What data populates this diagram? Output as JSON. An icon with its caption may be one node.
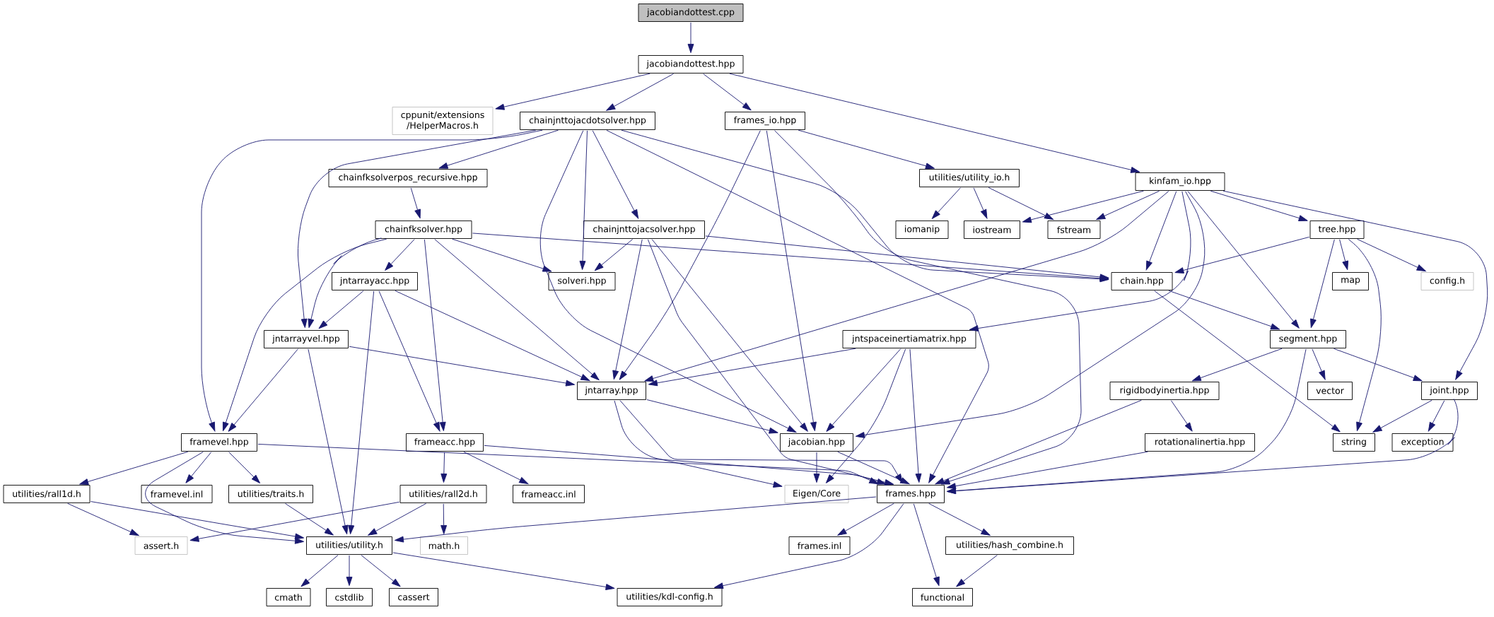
{
  "diagram": {
    "nodes": [
      {
        "text": [
          "jacobiandottest.cpp"
        ]
      },
      {
        "text": [
          "jacobiandottest.hpp"
        ]
      },
      {
        "text": [
          "cppunit/extensions /HelperMacros.h"
        ]
      },
      {
        "text": [
          "chainjnttojacdotsolver.hpp"
        ]
      },
      {
        "text": [
          "frames_io.hpp"
        ]
      },
      {
        "text": [
          "kinfam_io.hpp"
        ]
      },
      {
        "text": [
          "chainfksolverpos_recursive.hpp"
        ]
      },
      {
        "text": [
          "utilities/utility_io.h"
        ]
      },
      {
        "text": [
          "chainfksolver.hpp"
        ]
      },
      {
        "text": [
          "chainjnttojacsolver.hpp"
        ]
      },
      {
        "text": [
          "iomanip"
        ]
      },
      {
        "text": [
          "iostream"
        ]
      },
      {
        "text": [
          "fstream"
        ]
      },
      {
        "text": [
          "tree.hpp"
        ]
      },
      {
        "text": [
          "jntarrayacc.hpp"
        ]
      },
      {
        "text": [
          "solveri.hpp"
        ]
      },
      {
        "text": [
          "chain.hpp"
        ]
      },
      {
        "text": [
          "map"
        ]
      },
      {
        "text": [
          "config.h"
        ]
      },
      {
        "text": [
          "jntarrayvel.hpp"
        ]
      },
      {
        "text": [
          "jntspaceinertiamatrix.hpp"
        ]
      },
      {
        "text": [
          "segment.hpp"
        ]
      },
      {
        "text": [
          "rigidbodyinertia.hpp"
        ]
      },
      {
        "text": [
          "vector"
        ]
      },
      {
        "text": [
          "joint.hpp"
        ]
      },
      {
        "text": [
          "jntarray.hpp"
        ]
      },
      {
        "text": [
          "framevel.hpp"
        ]
      },
      {
        "text": [
          "frameacc.hpp"
        ]
      },
      {
        "text": [
          "jacobian.hpp"
        ]
      },
      {
        "text": [
          "rotationalinertia.hpp"
        ]
      },
      {
        "text": [
          "string"
        ]
      },
      {
        "text": [
          "exception"
        ]
      },
      {
        "text": [
          "utilities/rall1d.h"
        ]
      },
      {
        "text": [
          "framevel.inl"
        ]
      },
      {
        "text": [
          "utilities/traits.h"
        ]
      },
      {
        "text": [
          "utilities/rall2d.h"
        ]
      },
      {
        "text": [
          "frameacc.inl"
        ]
      },
      {
        "text": [
          "Eigen/Core"
        ]
      },
      {
        "text": [
          "frames.hpp"
        ]
      },
      {
        "text": [
          "assert.h"
        ]
      },
      {
        "text": [
          "utilities/utility.h"
        ]
      },
      {
        "text": [
          "math.h"
        ]
      },
      {
        "text": [
          "frames.inl"
        ]
      },
      {
        "text": [
          "utilities/hash_combine.h"
        ]
      },
      {
        "text": [
          "cmath"
        ]
      },
      {
        "text": [
          "cstdlib"
        ]
      },
      {
        "text": [
          "cassert"
        ]
      },
      {
        "text": [
          "utilities/kdl-config.h"
        ]
      },
      {
        "text": [
          "functional"
        ]
      }
    ],
    "edges": [
      {
        "from": 0,
        "to": 1,
        "arrow": "to"
      },
      {
        "from": 1,
        "to": 2,
        "arrow": "to"
      },
      {
        "from": 1,
        "to": 3,
        "arrow": "to"
      },
      {
        "from": 1,
        "to": 4,
        "arrow": "to"
      },
      {
        "from": 1,
        "to": 5,
        "arrow": "to"
      },
      {
        "from": 3,
        "to": 26,
        "arrow": "to"
      },
      {
        "from": 3,
        "to": 19,
        "arrow": "to"
      },
      {
        "from": 3,
        "to": 6,
        "arrow": "to"
      },
      {
        "from": 3,
        "to": 28,
        "arrow": "to"
      },
      {
        "from": 3,
        "to": 15,
        "arrow": "to"
      },
      {
        "from": 3,
        "to": 9,
        "arrow": "to"
      },
      {
        "from": 3,
        "to": 38,
        "arrow": "to"
      },
      {
        "from": 3,
        "to": 16,
        "arrow": "to"
      },
      {
        "from": 4,
        "to": 25,
        "arrow": "to"
      },
      {
        "from": 4,
        "to": 28,
        "arrow": "to"
      },
      {
        "from": 4,
        "to": 38,
        "arrow": "to"
      },
      {
        "from": 4,
        "to": 7,
        "arrow": "to"
      },
      {
        "from": 5,
        "to": 11,
        "arrow": "to"
      },
      {
        "from": 5,
        "to": 12,
        "arrow": "to"
      },
      {
        "from": 5,
        "to": 25,
        "arrow": "to"
      },
      {
        "from": 5,
        "to": 16,
        "arrow": "to"
      },
      {
        "from": 5,
        "to": 20,
        "arrow": "to"
      },
      {
        "from": 5,
        "to": 28,
        "arrow": "to"
      },
      {
        "from": 5,
        "to": 21,
        "arrow": "to"
      },
      {
        "from": 5,
        "to": 13,
        "arrow": "to"
      },
      {
        "from": 5,
        "to": 24,
        "arrow": "to"
      },
      {
        "from": 6,
        "to": 8,
        "arrow": "to"
      },
      {
        "from": 7,
        "to": 10,
        "arrow": "to"
      },
      {
        "from": 7,
        "to": 11,
        "arrow": "to"
      },
      {
        "from": 7,
        "to": 12,
        "arrow": "to"
      },
      {
        "from": 8,
        "to": 26,
        "arrow": "to"
      },
      {
        "from": 8,
        "to": 19,
        "arrow": "to"
      },
      {
        "from": 8,
        "to": 14,
        "arrow": "to"
      },
      {
        "from": 8,
        "to": 27,
        "arrow": "to"
      },
      {
        "from": 8,
        "to": 25,
        "arrow": "to"
      },
      {
        "from": 8,
        "to": 15,
        "arrow": "to"
      },
      {
        "from": 8,
        "to": 16,
        "arrow": "to"
      },
      {
        "from": 9,
        "to": 15,
        "arrow": "to"
      },
      {
        "from": 9,
        "to": 25,
        "arrow": "to"
      },
      {
        "from": 9,
        "to": 38,
        "arrow": "to"
      },
      {
        "from": 9,
        "to": 28,
        "arrow": "to"
      },
      {
        "from": 9,
        "to": 16,
        "arrow": "to"
      },
      {
        "from": 13,
        "to": 16,
        "arrow": "to"
      },
      {
        "from": 13,
        "to": 21,
        "arrow": "to"
      },
      {
        "from": 13,
        "to": 17,
        "arrow": "to"
      },
      {
        "from": 13,
        "to": 30,
        "arrow": "to"
      },
      {
        "from": 13,
        "to": 18,
        "arrow": "to"
      },
      {
        "from": 14,
        "to": 19,
        "arrow": "to"
      },
      {
        "from": 14,
        "to": 40,
        "arrow": "to"
      },
      {
        "from": 14,
        "to": 27,
        "arrow": "to"
      },
      {
        "from": 14,
        "to": 25,
        "arrow": "to"
      },
      {
        "from": 16,
        "to": 21,
        "arrow": "to"
      },
      {
        "from": 16,
        "to": 30,
        "arrow": "to"
      },
      {
        "from": 19,
        "to": 26,
        "arrow": "to"
      },
      {
        "from": 19,
        "to": 40,
        "arrow": "to"
      },
      {
        "from": 19,
        "to": 25,
        "arrow": "to"
      },
      {
        "from": 20,
        "to": 25,
        "arrow": "to"
      },
      {
        "from": 20,
        "to": 28,
        "arrow": "to"
      },
      {
        "from": 20,
        "to": 37,
        "arrow": "to"
      },
      {
        "from": 20,
        "to": 38,
        "arrow": "to"
      },
      {
        "from": 21,
        "to": 22,
        "arrow": "to"
      },
      {
        "from": 21,
        "to": 23,
        "arrow": "to"
      },
      {
        "from": 21,
        "to": 24,
        "arrow": "to"
      },
      {
        "from": 21,
        "to": 38,
        "arrow": "to"
      },
      {
        "from": 22,
        "to": 29,
        "arrow": "to"
      },
      {
        "from": 22,
        "to": 38,
        "arrow": "to"
      },
      {
        "from": 24,
        "to": 30,
        "arrow": "to"
      },
      {
        "from": 24,
        "to": 31,
        "arrow": "to"
      },
      {
        "from": 24,
        "to": 38,
        "arrow": "to"
      },
      {
        "from": 25,
        "to": 28,
        "arrow": "to"
      },
      {
        "from": 25,
        "to": 37,
        "arrow": "to"
      },
      {
        "from": 25,
        "to": 38,
        "arrow": "to"
      },
      {
        "from": 26,
        "to": 32,
        "arrow": "to"
      },
      {
        "from": 26,
        "to": 33,
        "arrow": "to"
      },
      {
        "from": 26,
        "to": 34,
        "arrow": "to"
      },
      {
        "from": 26,
        "to": 40,
        "arrow": "to"
      },
      {
        "from": 26,
        "to": 38,
        "arrow": "to"
      },
      {
        "from": 27,
        "to": 35,
        "arrow": "to"
      },
      {
        "from": 27,
        "to": 36,
        "arrow": "to"
      },
      {
        "from": 27,
        "to": 38,
        "arrow": "to"
      },
      {
        "from": 28,
        "to": 37,
        "arrow": "to"
      },
      {
        "from": 28,
        "to": 38,
        "arrow": "to"
      },
      {
        "from": 29,
        "to": 38,
        "arrow": "to"
      },
      {
        "from": 32,
        "to": 39,
        "arrow": "to"
      },
      {
        "from": 32,
        "to": 40,
        "arrow": "to"
      },
      {
        "from": 34,
        "to": 40,
        "arrow": "to"
      },
      {
        "from": 35,
        "to": 39,
        "arrow": "to"
      },
      {
        "from": 35,
        "to": 40,
        "arrow": "to"
      },
      {
        "from": 35,
        "to": 41,
        "arrow": "to"
      },
      {
        "from": 38,
        "to": 40,
        "arrow": "to"
      },
      {
        "from": 38,
        "to": 42,
        "arrow": "to"
      },
      {
        "from": 38,
        "to": 47,
        "arrow": "to"
      },
      {
        "from": 38,
        "to": 48,
        "arrow": "to"
      },
      {
        "from": 38,
        "to": 43,
        "arrow": "to"
      },
      {
        "from": 40,
        "to": 44,
        "arrow": "to"
      },
      {
        "from": 40,
        "to": 45,
        "arrow": "to"
      },
      {
        "from": 40,
        "to": 46,
        "arrow": "to"
      },
      {
        "from": 40,
        "to": 47,
        "arrow": "to"
      },
      {
        "from": 43,
        "to": 48,
        "arrow": "to"
      }
    ]
  }
}
